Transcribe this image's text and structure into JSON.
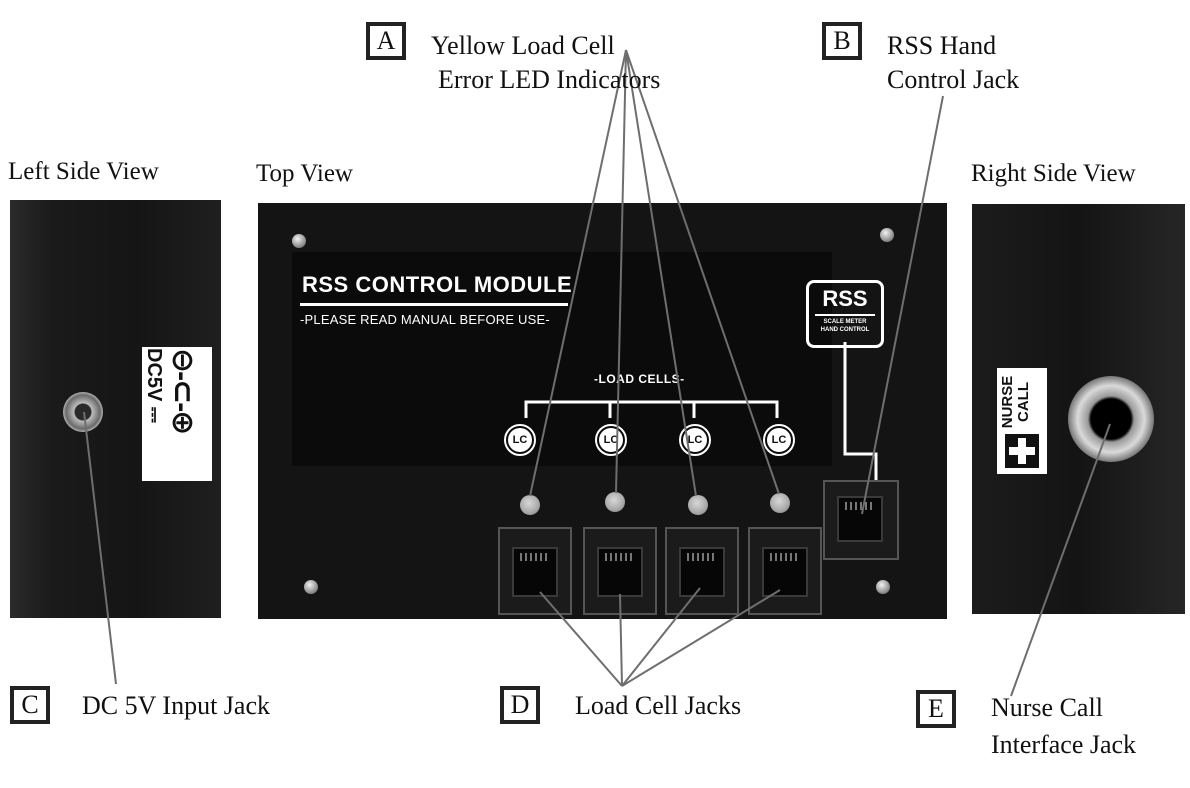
{
  "views": {
    "left": "Left Side View",
    "top": "Top View",
    "right": "Right Side View"
  },
  "callouts": {
    "a": {
      "letter": "A",
      "line1": "Yellow Load Cell",
      "line2": "Error LED Indicators"
    },
    "b": {
      "letter": "B",
      "line1": "RSS Hand",
      "line2": "Control Jack"
    },
    "c": {
      "letter": "C",
      "text": "DC 5V Input Jack"
    },
    "d": {
      "letter": "D",
      "text": "Load Cell Jacks"
    },
    "e": {
      "letter": "E",
      "line1": "Nurse Call",
      "line2": "Interface Jack"
    }
  },
  "panel": {
    "module_title": "RSS CONTROL MODULE",
    "module_subtitle": "-PLEASE READ MANUAL BEFORE USE-",
    "load_cells_title": "-LOAD CELLS-",
    "lc_badge": "LC",
    "rss_title": "RSS",
    "rss_line1": "SCALE METER",
    "rss_line2": "HAND CONTROL"
  },
  "left_side": {
    "power_label": "DC5V"
  },
  "right_side": {
    "nurse_line1": "NURSE",
    "nurse_line2": "CALL"
  }
}
